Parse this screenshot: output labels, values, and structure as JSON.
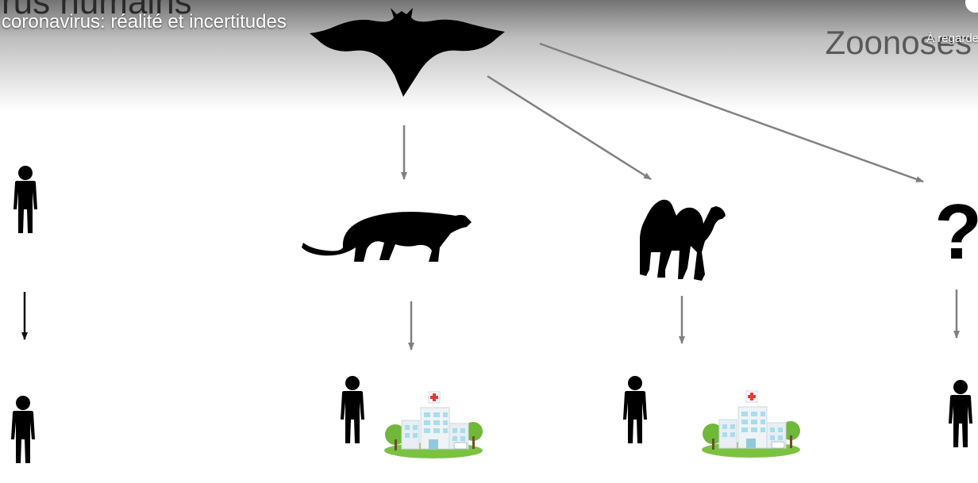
{
  "video": {
    "title": "coronavirus: réalité et incertitudes",
    "watch_later_label": "À regarder",
    "watch_later_icon": "clock-icon"
  },
  "slide": {
    "heading": "rus humains",
    "topic": "Zoonoses",
    "question_mark": "?"
  },
  "icons": {
    "bat": "bat-icon",
    "civet": "civet-icon",
    "camel": "camel-icon",
    "person": "person-icon",
    "hospital": "hospital-icon"
  },
  "colors": {
    "silhouette": "#000000",
    "arrow_gray": "#808080",
    "hospital_green": "#7cc242",
    "hospital_glass": "#a8dcef",
    "hospital_cross": "#e53935"
  }
}
